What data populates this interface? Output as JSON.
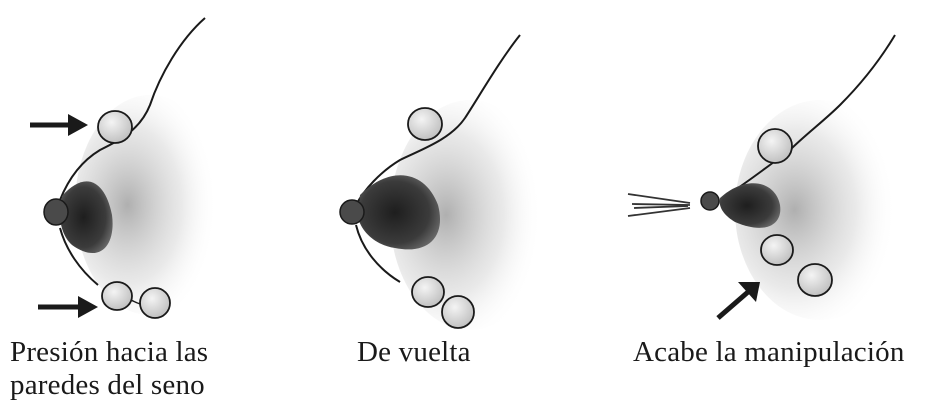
{
  "panels": [
    {
      "caption_line1": "Presión hacia las",
      "caption_line2": "paredes del seno"
    },
    {
      "caption_line1": "De vuelta"
    },
    {
      "caption_line1": "Acabe la manipulación"
    }
  ],
  "colors": {
    "ink": "#1a1a1a",
    "shade": "#2b2b2b",
    "background": "#ffffff"
  }
}
